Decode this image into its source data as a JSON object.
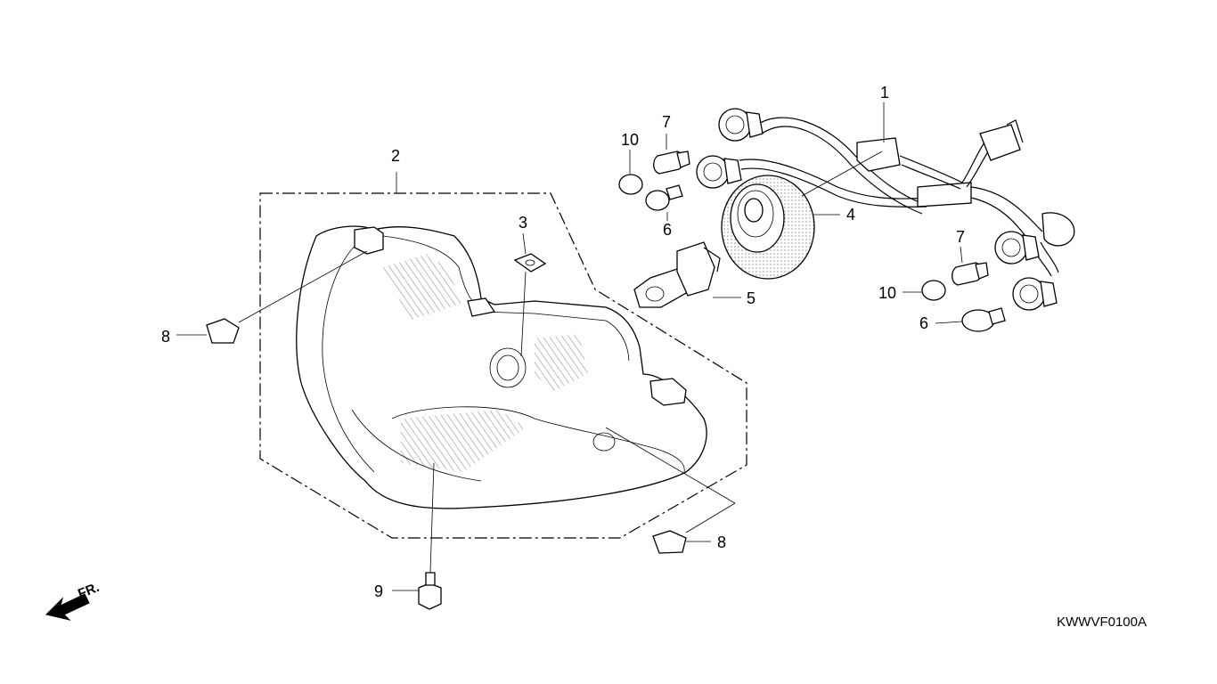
{
  "diagram": {
    "callouts": [
      {
        "id": "c1",
        "text": "1"
      },
      {
        "id": "c2",
        "text": "2"
      },
      {
        "id": "c3",
        "text": "3"
      },
      {
        "id": "c4",
        "text": "4"
      },
      {
        "id": "c5",
        "text": "5"
      },
      {
        "id": "c6a",
        "text": "6"
      },
      {
        "id": "c6b",
        "text": "6"
      },
      {
        "id": "c7a",
        "text": "7"
      },
      {
        "id": "c7b",
        "text": "7"
      },
      {
        "id": "c8a",
        "text": "8"
      },
      {
        "id": "c8b",
        "text": "8"
      },
      {
        "id": "c9",
        "text": "9"
      },
      {
        "id": "c10a",
        "text": "10"
      },
      {
        "id": "c10b",
        "text": "10"
      }
    ],
    "direction_label": "FR.",
    "drawing_code": "KWWVF0100A"
  }
}
